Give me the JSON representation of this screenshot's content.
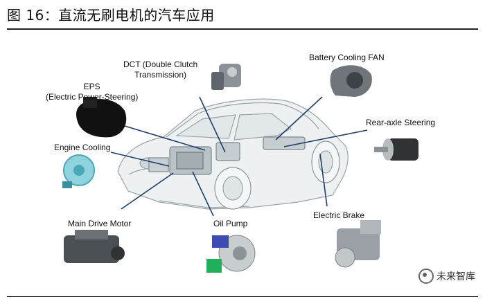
{
  "figure": {
    "title": "图 16：直流无刷电机的汽车应用"
  },
  "labels": {
    "dct": "DCT (Double Clutch\nTransmission)",
    "battery_fan": "Battery Cooling FAN",
    "eps": "EPS\n(Electric Power-Steering)",
    "rear_axle": "Rear-axle Steering",
    "engine_cooling": "Engine Cooling",
    "electric_brake": "Electric Brake",
    "main_drive": "Main Drive Motor",
    "oil_pump": "Oil Pump"
  },
  "watermark": "未来智库",
  "colors": {
    "leader": "#1f3d6b",
    "car_outline": "#9aa3a8"
  }
}
